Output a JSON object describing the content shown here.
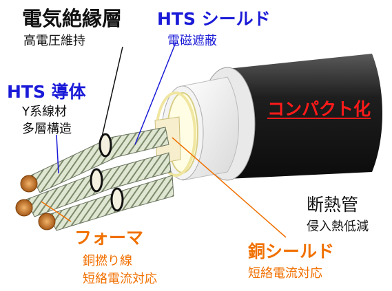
{
  "colors": {
    "blue": "#1a1ad8",
    "orange": "#f07000",
    "red": "#ff1a1a",
    "black": "#111111",
    "jacket": "#2a2a2a",
    "copper": "#c8782a"
  },
  "labels": {
    "insulation": {
      "title": "電気絶縁層",
      "sub": "高電圧維持"
    },
    "hts_shield": {
      "title": "HTS シールド",
      "sub": "電磁遮蔽"
    },
    "hts_conductor": {
      "title": "HTS 導体",
      "sub1": "Y系線材",
      "sub2": "多層構造"
    },
    "compact": {
      "title": "コンパクト化"
    },
    "cryostat": {
      "title": "断熱管",
      "sub": "侵入熱低減"
    },
    "former": {
      "title": "フォーマ",
      "sub1": "銅撚り線",
      "sub2": "短絡電流対応"
    },
    "copper_shield": {
      "title": "銅シールド",
      "sub": "短絡電流対応"
    }
  }
}
